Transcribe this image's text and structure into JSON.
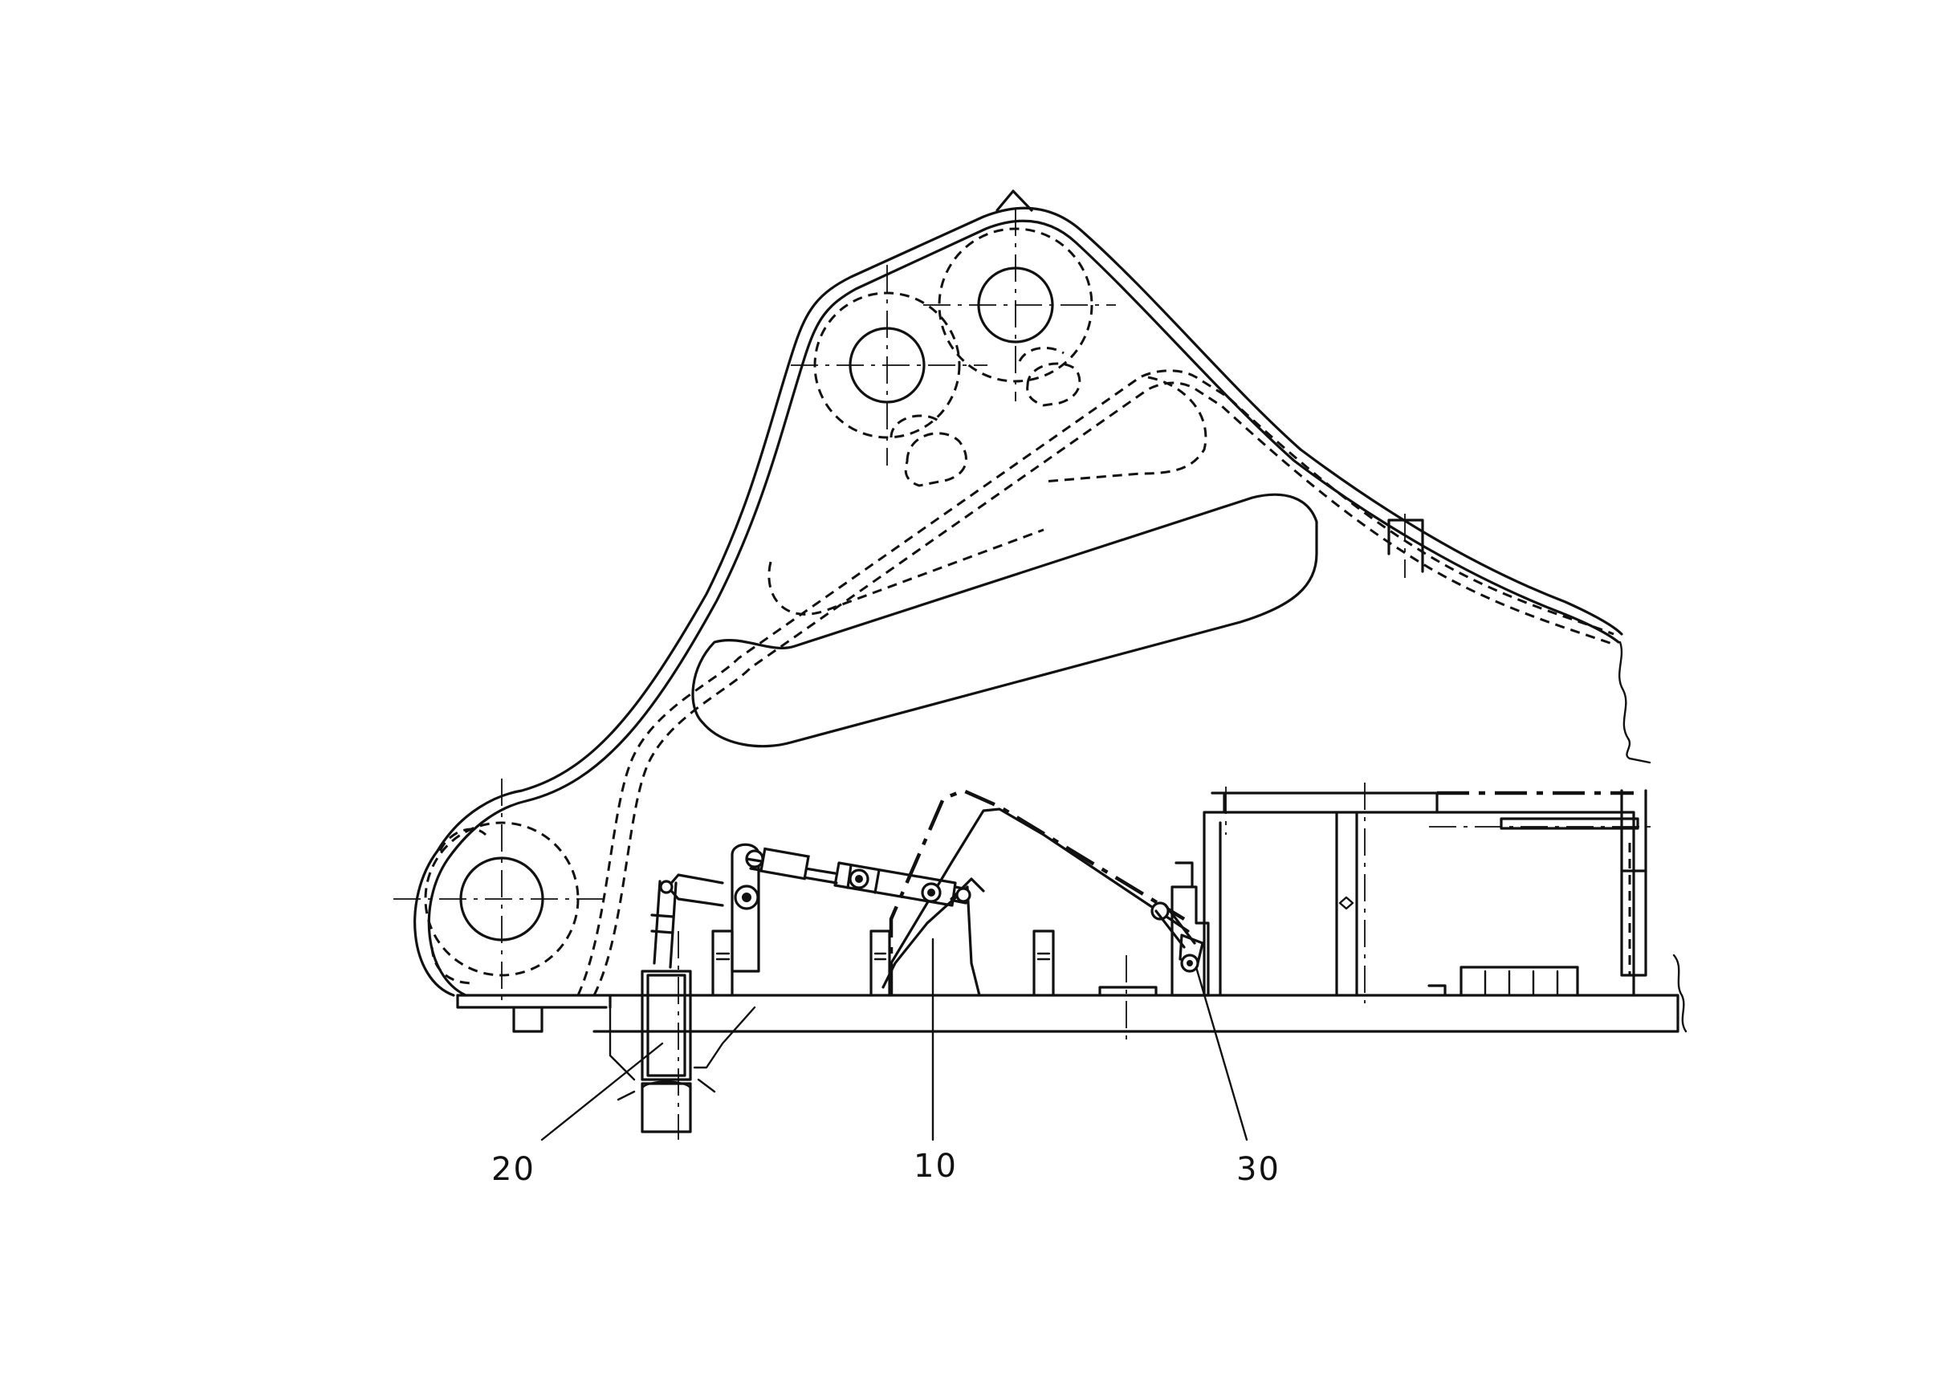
{
  "labels": {
    "ref_20": "20",
    "ref_10": "10",
    "ref_30": "30"
  },
  "colors": {
    "ink": "#111111",
    "paper": "#ffffff"
  }
}
